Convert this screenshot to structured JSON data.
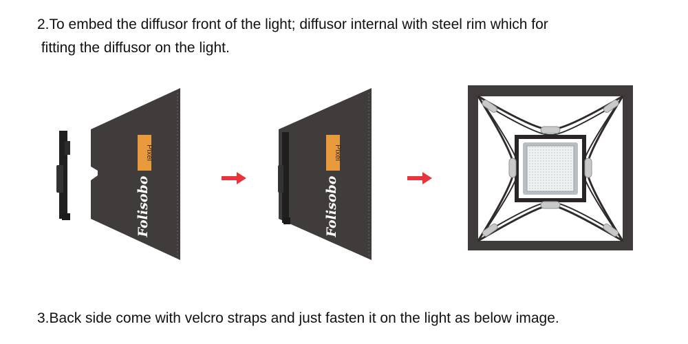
{
  "steps": {
    "step2": "2.To embed the diffusor front of the light; diffusor internal with steel rim which for\n fitting the diffusor on the light.",
    "step3": "3.Back side come with velcro straps and just fasten it on the light as below image."
  },
  "diagram": {
    "brand_logo": "Folisobo",
    "badge_label": "Pixel",
    "arrow_color": "#e8343a",
    "softbox_color": "#3f3b3a",
    "badge_color": "#e89a3c"
  }
}
